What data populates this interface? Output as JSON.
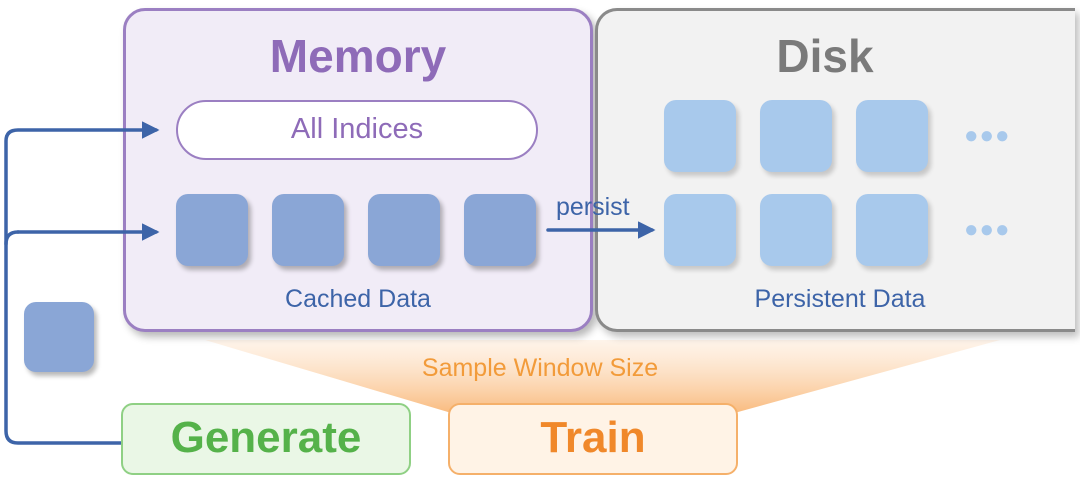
{
  "memory": {
    "title": "Memory",
    "indices_label": "All Indices",
    "cached_label": "Cached Data",
    "cached_block_count": 4
  },
  "disk": {
    "title": "Disk",
    "persistent_label": "Persistent Data",
    "rows": 2,
    "blocks_per_row": 3,
    "more_symbol": "●●●"
  },
  "arrows": {
    "persist_label": "persist"
  },
  "sample_window_label": "Sample Window Size",
  "buttons": {
    "generate_label": "Generate",
    "train_label": "Train"
  },
  "colors": {
    "memory_accent": "#8e6bb8",
    "disk_accent": "#7a7a7a",
    "cached_block": "#8aa6d6",
    "persistent_block": "#a8c9ec",
    "flow_line": "#3d64a8",
    "generate": "#55b24a",
    "train": "#f0882a"
  }
}
